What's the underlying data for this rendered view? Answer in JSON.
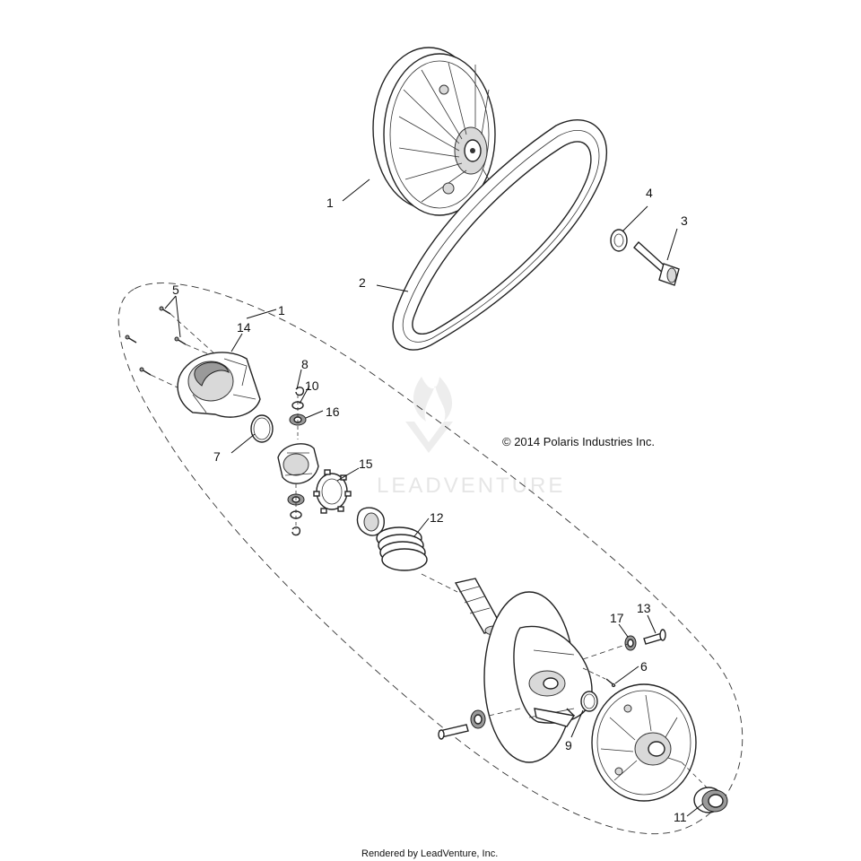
{
  "copyright": "© 2014 Polaris Industries Inc.",
  "rendered_by": "Rendered by LeadVenture, Inc.",
  "watermark": "LEADVENTURE",
  "callouts": {
    "c1a": "1",
    "c1b": "1",
    "c2": "2",
    "c3": "3",
    "c4": "4",
    "c5": "5",
    "c6": "6",
    "c7": "7",
    "c8": "8",
    "c9": "9",
    "c10": "10",
    "c11": "11",
    "c12": "12",
    "c13": "13",
    "c14": "14",
    "c15": "15",
    "c16": "16",
    "c17": "17"
  }
}
